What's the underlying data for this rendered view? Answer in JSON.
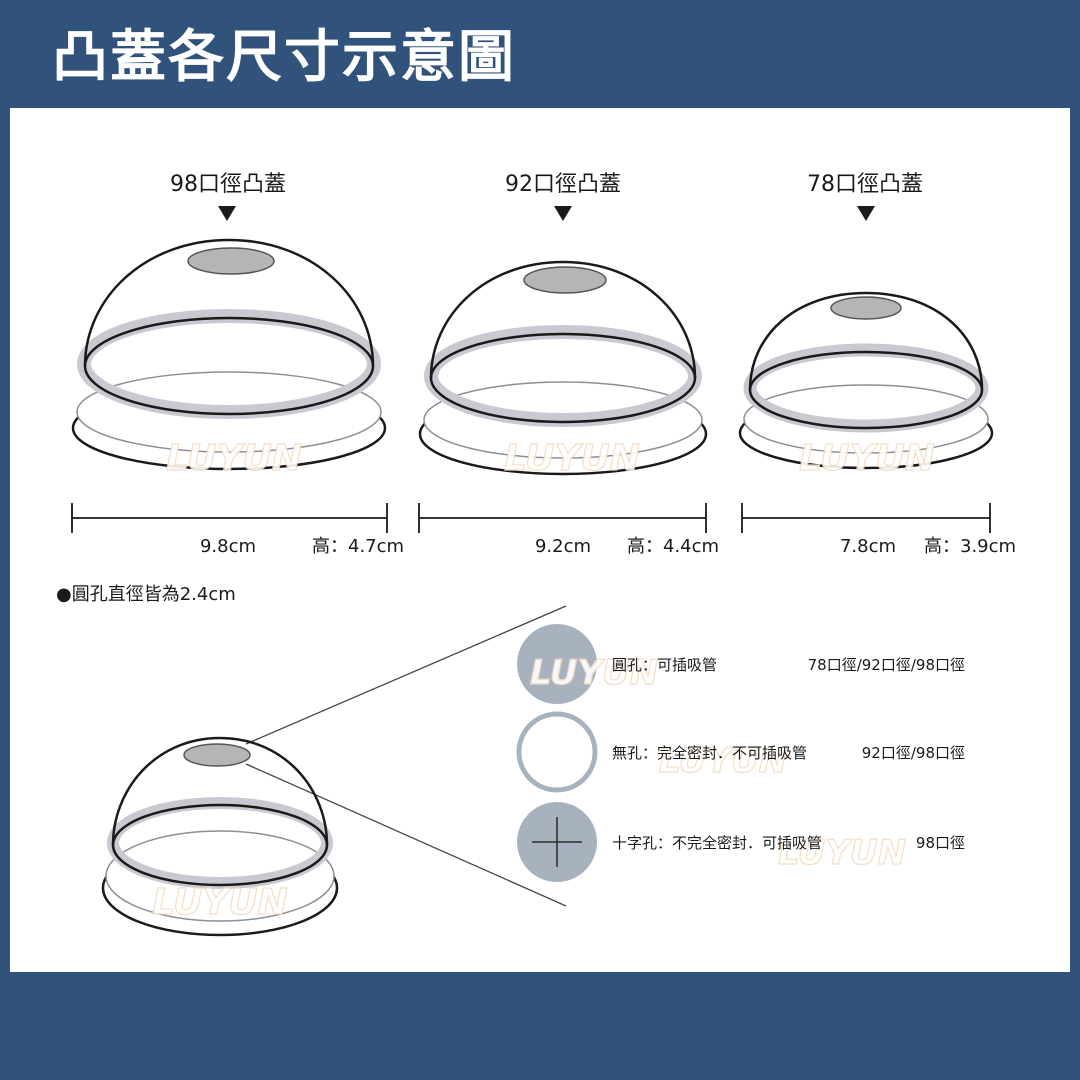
{
  "title": "凸蓋各尺寸示意圖",
  "watermark": "LUYUN",
  "colors": {
    "background": "#31527b",
    "panel": "#ffffff",
    "hole_fill": "#b5b5b5",
    "rim_band": "#c9c9d2",
    "option_fill": "#a8b2bf",
    "outline": "#1a1a1a"
  },
  "lids": [
    {
      "name": "98口徑凸蓋",
      "diameter": "9.8cm",
      "height": "高：4.7cm"
    },
    {
      "name": "92口徑凸蓋",
      "diameter": "9.2cm",
      "height": "高：4.4cm"
    },
    {
      "name": "78口徑凸蓋",
      "diameter": "7.8cm",
      "height": "高：3.9cm"
    }
  ],
  "note": "●圓孔直徑皆為2.4cm",
  "hole_options": [
    {
      "icon": "round-hole-icon",
      "label": "圓孔：可插吸管",
      "sizes": "78口徑/92口徑/98口徑"
    },
    {
      "icon": "no-hole-icon",
      "label": "無孔：完全密封．不可插吸管",
      "sizes": "92口徑/98口徑"
    },
    {
      "icon": "cross-hole-icon",
      "label": "十字孔：不完全密封．可插吸管",
      "sizes": "98口徑"
    }
  ]
}
